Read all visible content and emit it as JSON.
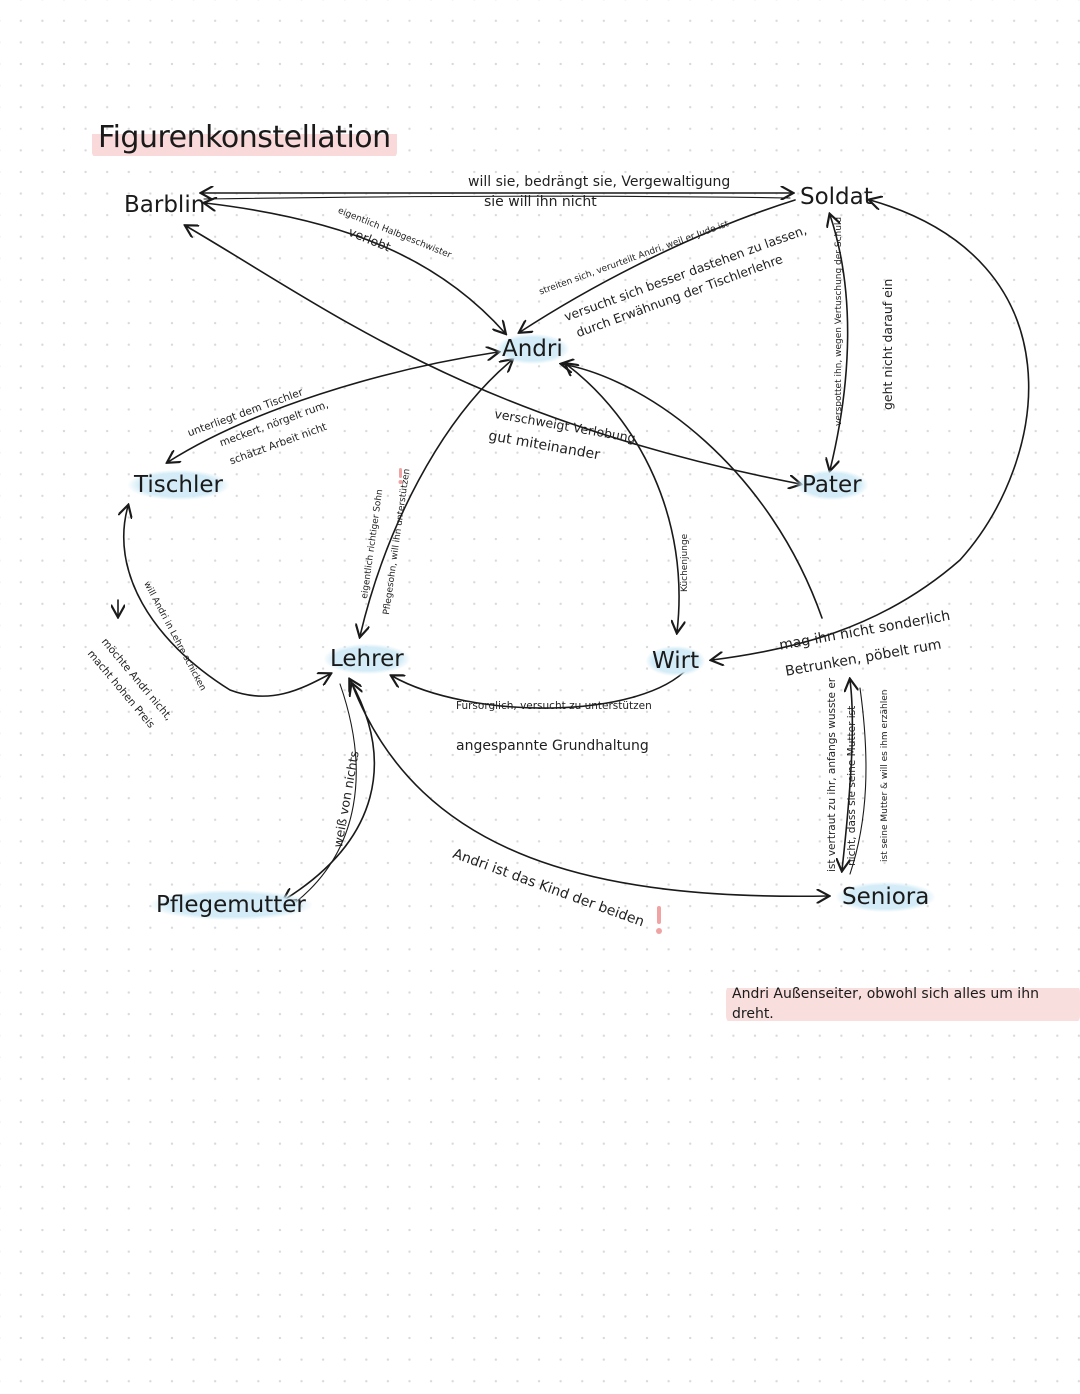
{
  "title": "Figurenkonstellation",
  "characters": {
    "barblin": "Barblin",
    "soldat": "Soldat",
    "andri": "Andri",
    "tischler": "Tischler",
    "pater": "Pater",
    "lehrer": "Lehrer",
    "wirt": "Wirt",
    "pflegemutter": "Pflegemutter",
    "seniora": "Seniora"
  },
  "relations": {
    "soldat_barblin_1": "will sie, bedrängt sie, Vergewaltigung",
    "soldat_barblin_2": "sie will ihn nicht",
    "barblin_andri_1": "eigentlich Halbgeschwister",
    "barblin_andri_2": "verlobt",
    "soldat_andri_1": "streiten sich, verurteilt Andri, weil er Jude ist",
    "soldat_andri_2": "versucht sich besser dastehen zu lassen,",
    "soldat_andri_3": "durch Erwähnung der Tischlerlehre",
    "tischler_andri_1": "unterliegt dem Tischler",
    "tischler_andri_2": "meckert, nörgelt rum,",
    "tischler_andri_3": "schätzt Arbeit nicht",
    "barblin_pater_1": "verschweigt Verlobung",
    "barblin_pater_2": "gut miteinander",
    "soldat_pater_1": "verspottet ihn, wegen Vertuschung der Schuld",
    "soldat_pater_2": "geht nicht darauf ein",
    "lehrer_andri_1": "eigentlich richtiger Sohn",
    "lehrer_andri_2": "Pflegesohn, will ihn unterstützen",
    "andri_wirt": "Küchenjunge",
    "tischler_lehrer_1": "will Andri in Lehre schicken",
    "tischler_lehrer_2": "möchte Andri nicht,",
    "tischler_lehrer_3": "macht hohen Preis",
    "wirt_lehrer_1": "Fürsorglich, versucht zu unterstützen",
    "wirt_lehrer_2": "angespannte Grundhaltung",
    "wirt_seniora_1": "mag ihn nicht sonderlich",
    "wirt_seniora_2": "Betrunken, pöbelt rum",
    "pflegemutter_lehrer": "weiß von nichts",
    "lehrer_seniora": "Andri ist das Kind der beiden",
    "seniora_andri_1": "ist vertraut zu ihr, anfangs wusste er",
    "seniora_andri_2": "nicht, dass sie seine Mutter ist",
    "seniora_andri_3": "ist seine Mutter & will es ihm erzählen"
  },
  "summary_note": "Andri Außenseiter, obwohl sich alles um ihn dreht.",
  "colors": {
    "title_highlight": "#f9d9d9",
    "node_highlight": "#d3ecf7",
    "accent_pink": "#f0a3a3",
    "ink": "#1a1a1a"
  }
}
